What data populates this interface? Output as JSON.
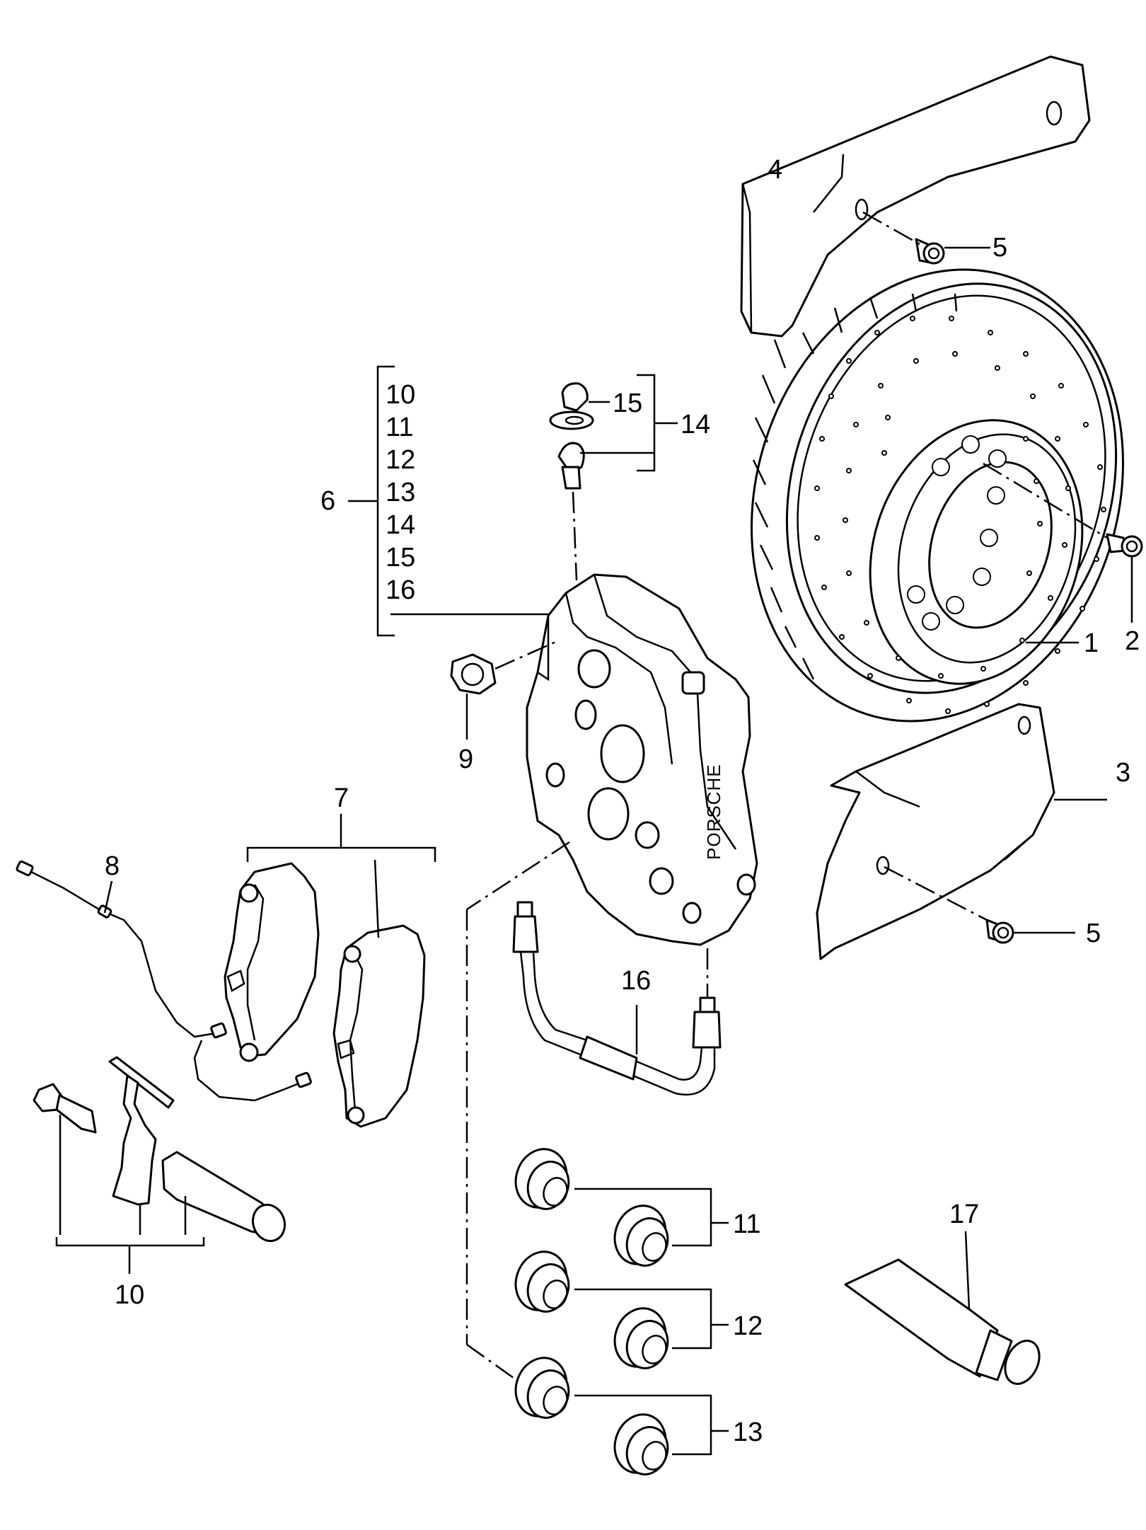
{
  "callouts": {
    "c1": "1",
    "c2": "2",
    "c3": "3",
    "c4": "4",
    "c5a": "5",
    "c5b": "5",
    "c6": "6",
    "c7": "7",
    "c8": "8",
    "c9": "9",
    "c10": "10",
    "c11": "11",
    "c12": "12",
    "c13": "13",
    "c14": "14",
    "c15": "15",
    "c16": "16",
    "c17": "17"
  },
  "kit6_list": [
    "10",
    "11",
    "12",
    "13",
    "14",
    "15",
    "16"
  ],
  "caliper_brand": "PORSCHE"
}
